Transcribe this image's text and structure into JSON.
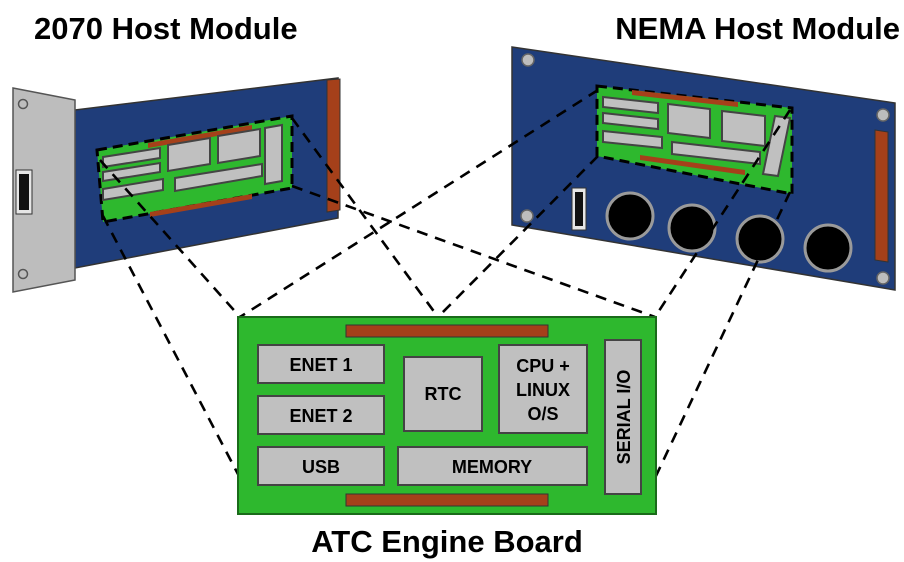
{
  "titles": {
    "host_2070": "2070 Host Module",
    "host_nema": "NEMA Host Module",
    "engine": "ATC Engine Board"
  },
  "engine_board": {
    "enet1": "ENET 1",
    "enet2": "ENET 2",
    "usb": "USB",
    "rtc": "RTC",
    "cpu_line1": "CPU +",
    "cpu_line2": "LINUX",
    "cpu_line3": "O/S",
    "memory": "MEMORY",
    "serial_io": "SERIAL I/O"
  },
  "colors": {
    "host_board_blue": "#1f3d7a",
    "engine_green": "#2eb82e",
    "connector_rust": "#a5401a",
    "chip_gray": "#c0c0c0",
    "faceplate_gray": "#bdbdbd"
  }
}
